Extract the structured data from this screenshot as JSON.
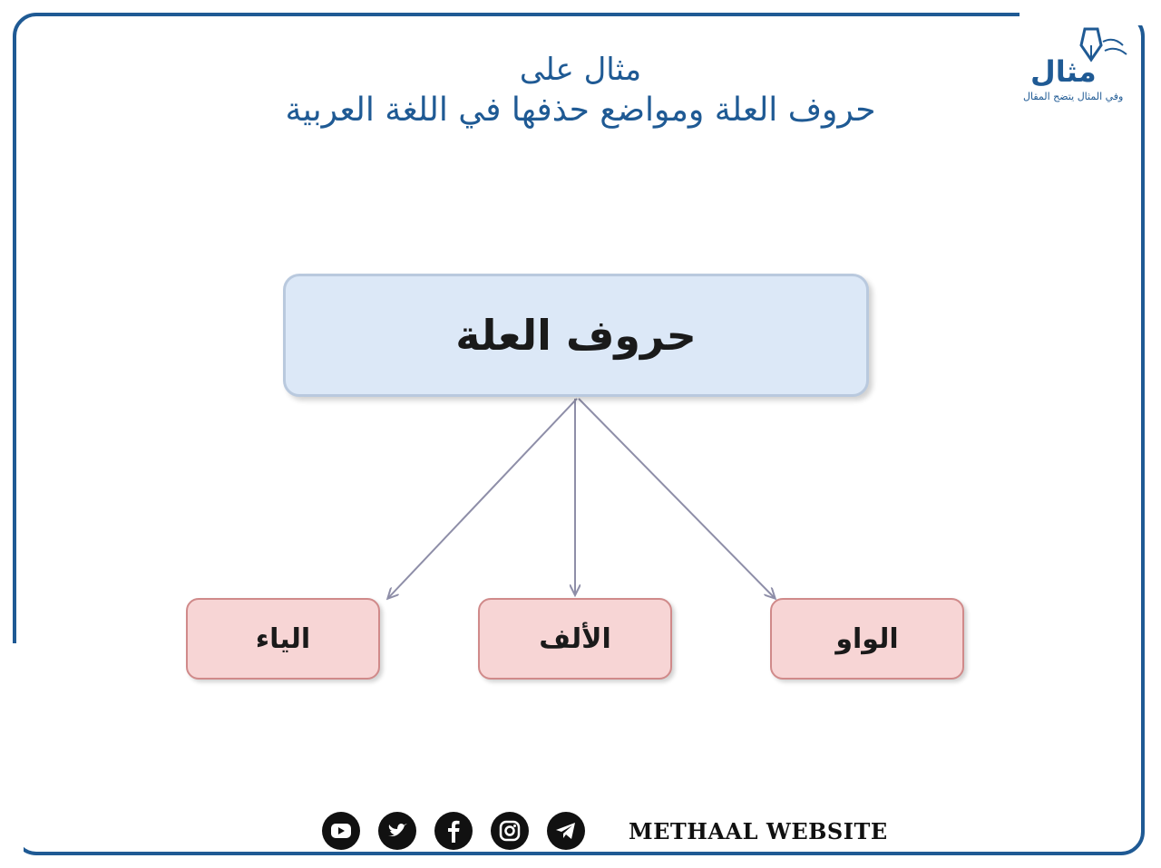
{
  "title": {
    "line1": "مثال على",
    "line2": "حروف العلة ومواضع حذفها في اللغة العربية"
  },
  "logo": {
    "word": "مثال",
    "tagline": "وفي المثال يتضح المقال"
  },
  "diagram": {
    "root": "حروف العلة",
    "children": [
      "الياء",
      "الألف",
      "الواو"
    ]
  },
  "footer": {
    "icons": [
      "youtube-icon",
      "twitter-icon",
      "facebook-icon",
      "instagram-icon",
      "telegram-icon"
    ],
    "text": "METHAAL WEBSITE"
  },
  "colors": {
    "brand": "#1f5a94",
    "root_fill": "#dce8f7",
    "leaf_fill": "#f7d5d5",
    "arrow": "#8e8ea8"
  }
}
